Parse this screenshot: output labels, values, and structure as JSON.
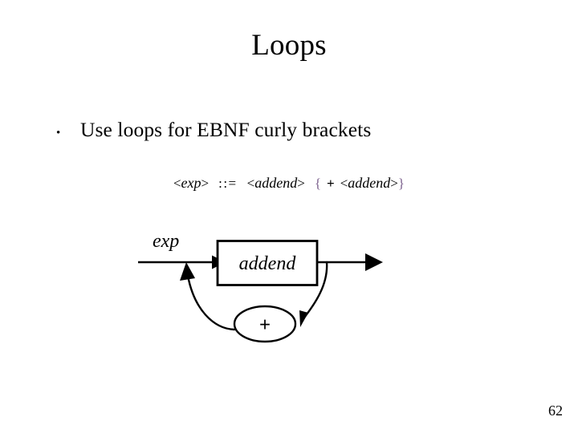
{
  "slide": {
    "title": "Loops",
    "page_number": "62",
    "background_color": "#ffffff",
    "text_color": "#000000"
  },
  "bullets": [
    {
      "marker": "•",
      "text": "Use loops for EBNF curly brackets"
    }
  ],
  "grammar": {
    "full_text": "<exp> ::= <addend> { + <addend> }",
    "brace_color": "#7a5f8c",
    "tokens": {
      "lhs_open": "<",
      "lhs_name": "exp",
      "lhs_close": ">",
      "defines": "::=",
      "rhs1_open": "<",
      "rhs1_name": "addend",
      "rhs1_close": ">",
      "brace_open": "{",
      "operator": "+",
      "rhs2_open": "<",
      "rhs2_name": "addend",
      "rhs2_close": ">",
      "brace_close": "}"
    }
  },
  "diagram": {
    "type": "syntax-railroad-diagram",
    "entry_label": "exp",
    "box_label": "addend",
    "loop_label": "+",
    "line_color": "#000000",
    "fill_color": "#ffffff"
  }
}
